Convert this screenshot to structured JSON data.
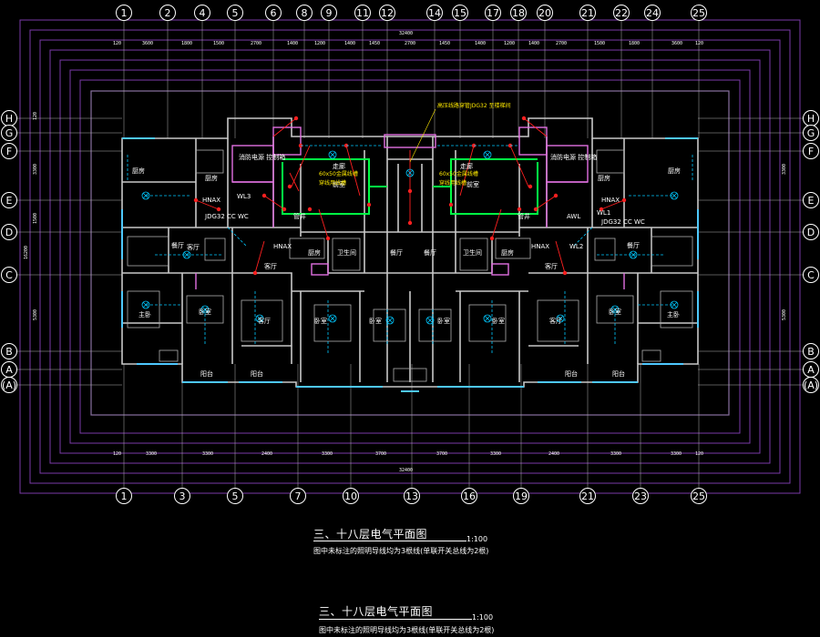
{
  "axes": {
    "top": [
      "1",
      "2",
      "4",
      "5",
      "6",
      "8",
      "9",
      "11",
      "12",
      "14",
      "15",
      "17",
      "18",
      "20",
      "21",
      "22",
      "24",
      "25"
    ],
    "bottom": [
      "1",
      "3",
      "5",
      "7",
      "10",
      "13",
      "16",
      "19",
      "21",
      "23",
      "25"
    ],
    "left": [
      "H",
      "G",
      "F",
      "E",
      "D",
      "C",
      "B",
      "A",
      "(A)"
    ],
    "right": [
      "H",
      "G",
      "F",
      "E",
      "D",
      "C",
      "B",
      "A",
      "(A)"
    ]
  },
  "rooms": {
    "kitchen": "厨房",
    "dining": "餐厅",
    "living": "客厅",
    "bedroom": "卧室",
    "master": "主卧",
    "balcony": "阳台",
    "bath": "卫生间",
    "hall": "前室",
    "corridor": "走廊",
    "shaft": "管井"
  },
  "tags": {
    "hnax": "HNAX",
    "wl3": "WL3",
    "wl1": "WL1",
    "wl2": "WL2",
    "awl": "AWL",
    "jdg": "JDG32 CC WC",
    "bus": "60x50金属线槽",
    "bus_note": "穿线用线槽",
    "riser_note": "高压线路穿管JDG32 至楼梯间",
    "box_left": "消防电源\n控制箱",
    "box_right": "消防电源\n控制箱"
  },
  "titles": [
    {
      "heading": "三、十八层电气平面图",
      "scale": "1:100",
      "note": "图中未标注的照明导线均为3根线(单联开关总线为2根)"
    },
    {
      "heading": "三、十八层电气平面图",
      "scale": "1:100",
      "note": "图中未标注的照明导线均为3根线(单联开关总线为2根)"
    }
  ],
  "colors": {
    "axis": "#ffffff",
    "dim": "#c45cff",
    "wall": "#c8c8c8",
    "panel": "#e070e0",
    "bus": "#00ff44",
    "circuit": "#ff2020",
    "light": "#00c8ff",
    "text_yellow": "#ffea00"
  }
}
